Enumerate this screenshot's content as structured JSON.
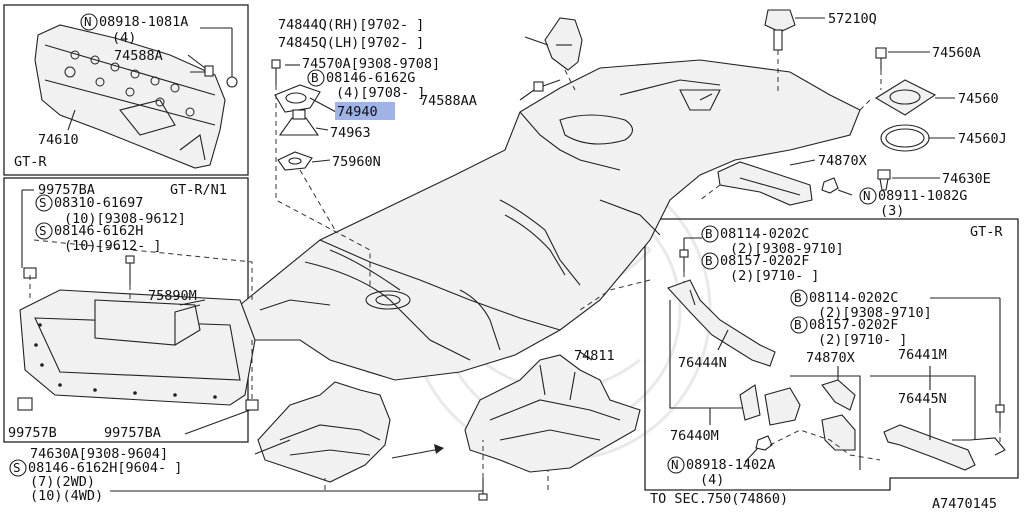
{
  "sections": {
    "top_left_variant": "GT-R",
    "left_variant": "GT-R/N1",
    "right_variant": "GT-R"
  },
  "diagram_code": "A7470145",
  "callouts": {
    "p74610": "74610",
    "p74588A": "74588A",
    "n08918_1081A": "08918-1081A",
    "n08918_1081A_qty": "(4)",
    "p99757BA_top": "99757BA",
    "s08310_61697": "08310-61697",
    "s08310_61697_qty": "(10)[9308-9612]",
    "s08146_6162H": "08146-6162H",
    "s08146_6162H_qty": "(10)[9612-    ]",
    "p75890M": "75890M",
    "p99757B": "99757B",
    "p99757BA_bottom": "99757BA",
    "p74630A": "74630A[9308-9604]",
    "s08146_6162H_b": "08146-6162H[9604-    ]",
    "s08146_6162H_b_qty1": "(7)(2WD)",
    "s08146_6162H_b_qty2": "(10)(4WD)",
    "p74844Q": "74844Q(RH)[9702-    ]",
    "p74845Q": "74845Q(LH)[9702-    ]",
    "p74570A": "74570A[9308-9708]",
    "b08146_6162G": "08146-6162G",
    "b08146_6162G_qty": "(4)[9708-    ]",
    "p74940": "74940",
    "p74963": "74963",
    "p75960N": "75960N",
    "p74588AA": "74588AA",
    "p57210Q": "57210Q",
    "p74560A": "74560A",
    "p74560": "74560",
    "p74560J": "74560J",
    "p74630E": "74630E",
    "p74870X_top": "74870X",
    "n08911_1082G": "08911-1082G",
    "n08911_1082G_qty": "(3)",
    "p74811": "74811",
    "b08114_0202C_a": "08114-0202C",
    "b08114_0202C_a_qty": "(2)[9308-9710]",
    "b08157_0202F_a": "08157-0202F",
    "b08157_0202F_a_qty": "(2)[9710-    ]",
    "b08114_0202C_b": "08114-0202C",
    "b08114_0202C_b_qty": "(2)[9308-9710]",
    "b08157_0202F_b": "08157-0202F",
    "b08157_0202F_b_qty": "(2)[9710-    ]",
    "p76444N": "76444N",
    "p74870X_right": "74870X",
    "p76441M": "76441M",
    "p76445N": "76445N",
    "p76440M": "76440M",
    "n08918_1402A": "08918-1402A",
    "n08918_1402A_qty": "(4)",
    "to_sec": "TO SEC.750(74860)"
  },
  "symbols": {
    "n": "N",
    "s": "S",
    "b": "B"
  }
}
